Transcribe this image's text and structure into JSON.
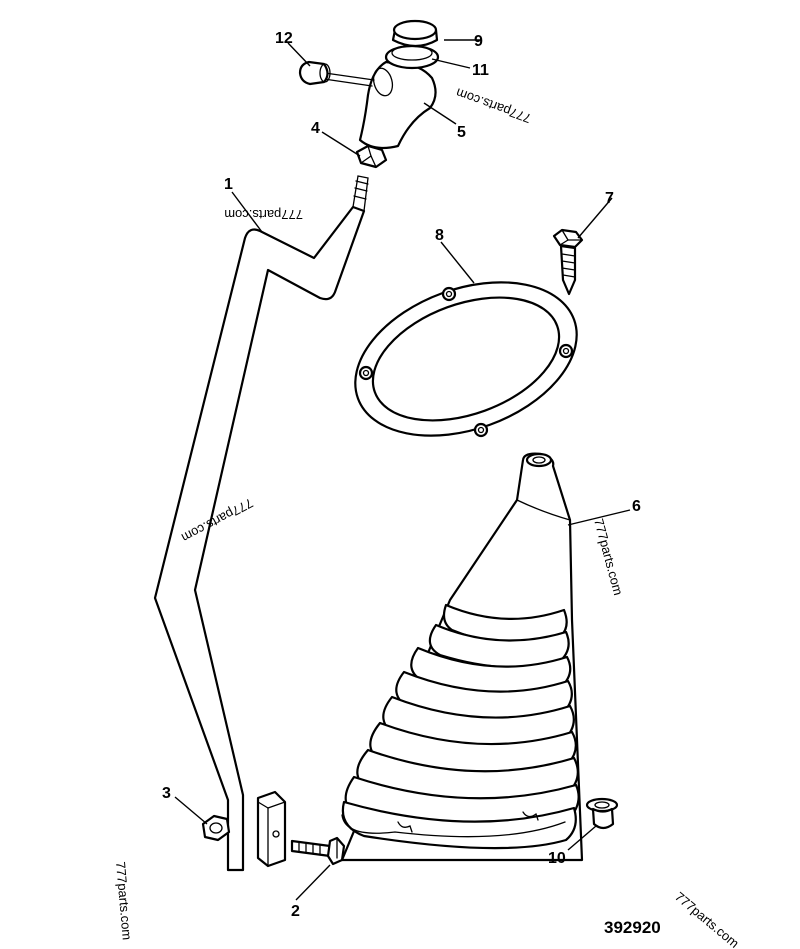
{
  "diagram": {
    "reference_number": "392920",
    "watermark": "777parts.com",
    "callouts": [
      "1",
      "2",
      "3",
      "4",
      "5",
      "6",
      "7",
      "8",
      "9",
      "10",
      "11",
      "12"
    ]
  }
}
